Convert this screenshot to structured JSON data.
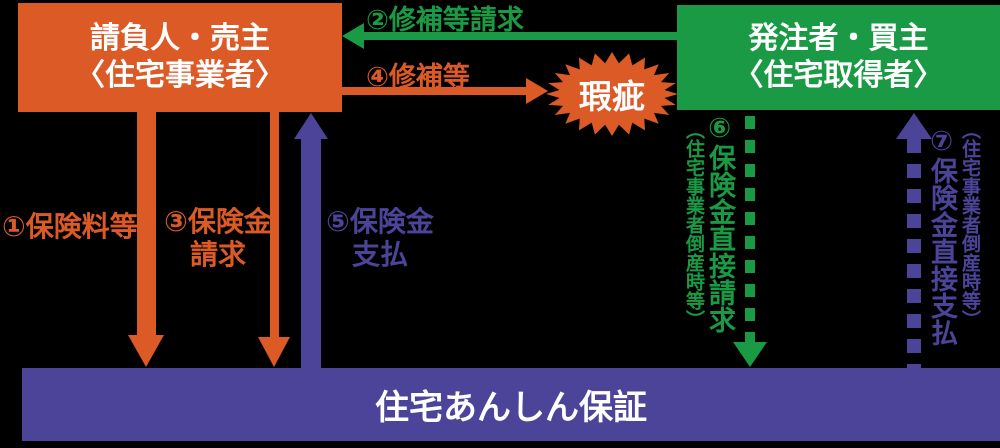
{
  "colors": {
    "orange": "#DB5A26",
    "green": "#1A9A44",
    "purple": "#4C4499",
    "box_text": "#FFFFFF",
    "background": "#000000"
  },
  "boxes": {
    "contractor": {
      "line1": "請負人・売主",
      "line2": "〈住宅事業者〉"
    },
    "buyer": {
      "line1": "発注者・買主",
      "line2": "〈住宅取得者〉"
    },
    "defect": {
      "label": "瑕疵"
    },
    "guarantee": {
      "label": "住宅あんしん保証"
    }
  },
  "flows": {
    "premium": {
      "label": "①保険料等"
    },
    "repair_request": {
      "label": "②修補等請求"
    },
    "claim": {
      "line1": "③保険金",
      "line2": "請求"
    },
    "repair": {
      "label": "④修補等"
    },
    "payment": {
      "line1": "⑤保険金",
      "line2": "支払"
    },
    "direct_claim": {
      "label": "⑥保険金直接請求",
      "note": "（住宅事業者倒産時等）"
    },
    "direct_payment": {
      "label": "⑦保険金直接支払",
      "note": "（住宅事業者倒産時等）"
    }
  }
}
